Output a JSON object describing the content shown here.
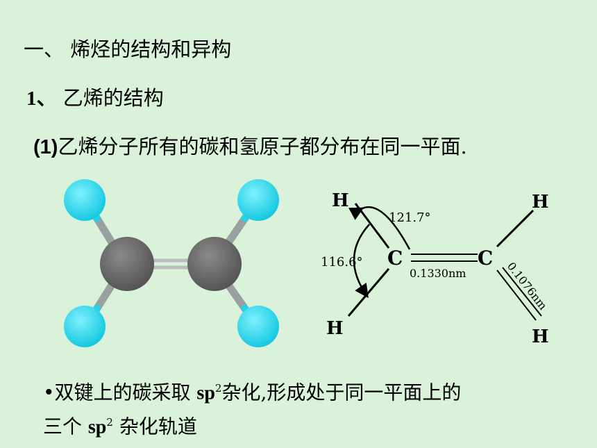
{
  "heading1": "一、 烯烃的结构和异构",
  "heading2": {
    "number": "1、",
    "text": "乙烯的结构"
  },
  "point1": {
    "number": "(1)",
    "text": "乙烯分子所有的碳和氢原子都分布在同一平面."
  },
  "structure": {
    "atoms": {
      "h_top_left": "H",
      "h_top_right": "H",
      "h_bottom_left": "H",
      "h_bottom_right": "H",
      "c_left": "C",
      "c_right": "C"
    },
    "angle_hch": "116.6°",
    "angle_hcc": "121.7°",
    "bond_cc": "0.1330nm",
    "bond_ch": "0.1076nm"
  },
  "bullet": {
    "line1_a": "•双键上的碳采取 ",
    "sp1": "sp",
    "sup1": "2",
    "line1_b": "杂化,形成处于同一平面上的",
    "line2_a": "三个 ",
    "sp2": "sp",
    "sup2": "2",
    "line2_b": " 杂化轨道"
  },
  "colors": {
    "background": "#d9f2d9",
    "hydrogen": "#22d3ee",
    "carbon": "#6b6b6b",
    "bond": "#9aa0a0"
  }
}
